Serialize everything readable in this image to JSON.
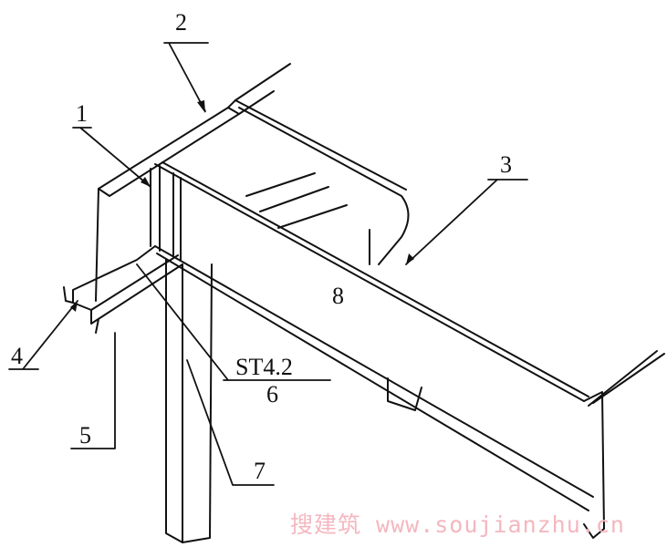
{
  "labels": {
    "l1": "1",
    "l2": "2",
    "l3": "3",
    "l4": "4",
    "l5": "5",
    "screw": "ST4.2",
    "l6": "6",
    "l7": "7",
    "l8": "8"
  },
  "watermark": "搜建筑 www.soujianzhu.cn",
  "colors": {
    "line": "#111111",
    "watermark": "#f4b7bf"
  }
}
